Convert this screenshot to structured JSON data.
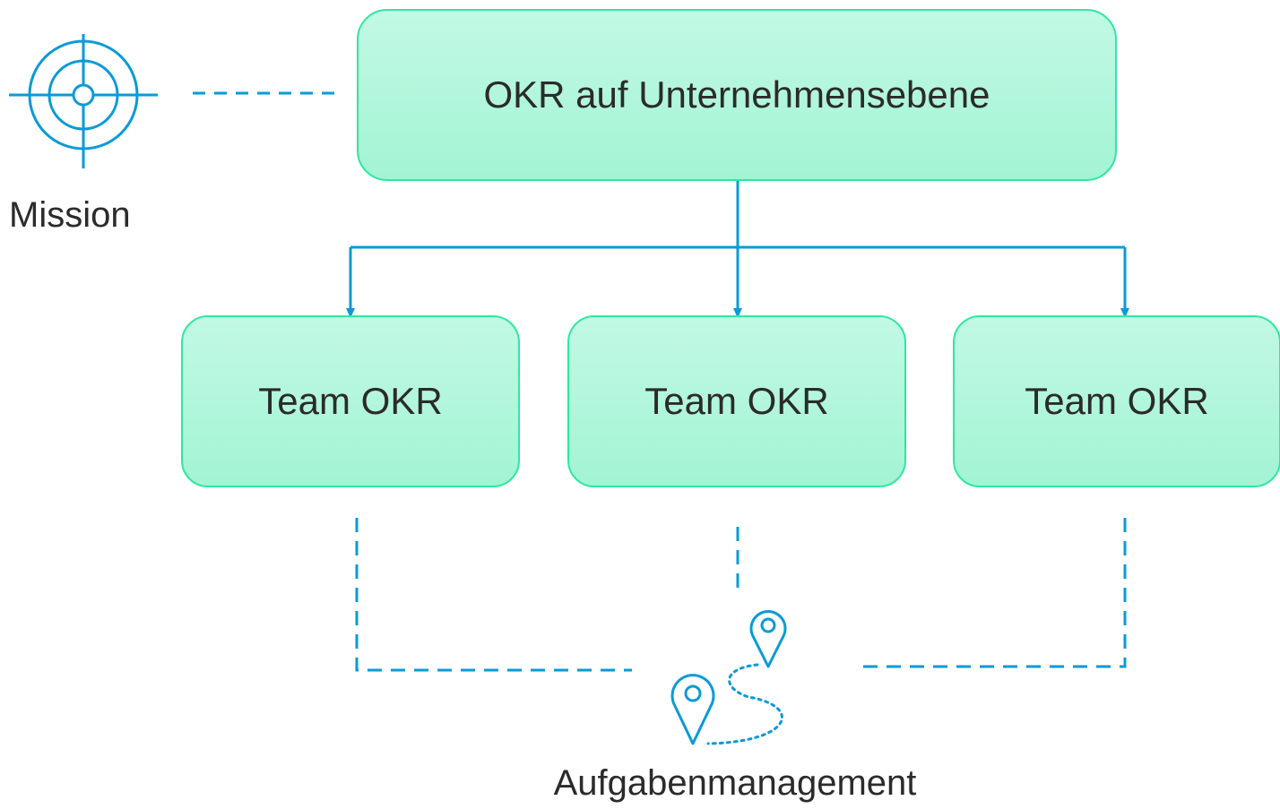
{
  "colors": {
    "node_fill_top": "#c2f9e4",
    "node_fill_bottom": "#a2f4d4",
    "node_border": "#2ee8a0",
    "connector": "#0a9ad8",
    "text": "#2b2b2b"
  },
  "mission": {
    "label": "Mission",
    "icon": "target-crosshair-icon"
  },
  "company_okr": {
    "label": "OKR auf Unternehmensebene"
  },
  "team_okrs": [
    {
      "label": "Team OKR"
    },
    {
      "label": "Team OKR"
    },
    {
      "label": "Team OKR"
    }
  ],
  "task_management": {
    "label": "Aufgabenmanagement",
    "icon": "route-pins-icon"
  }
}
